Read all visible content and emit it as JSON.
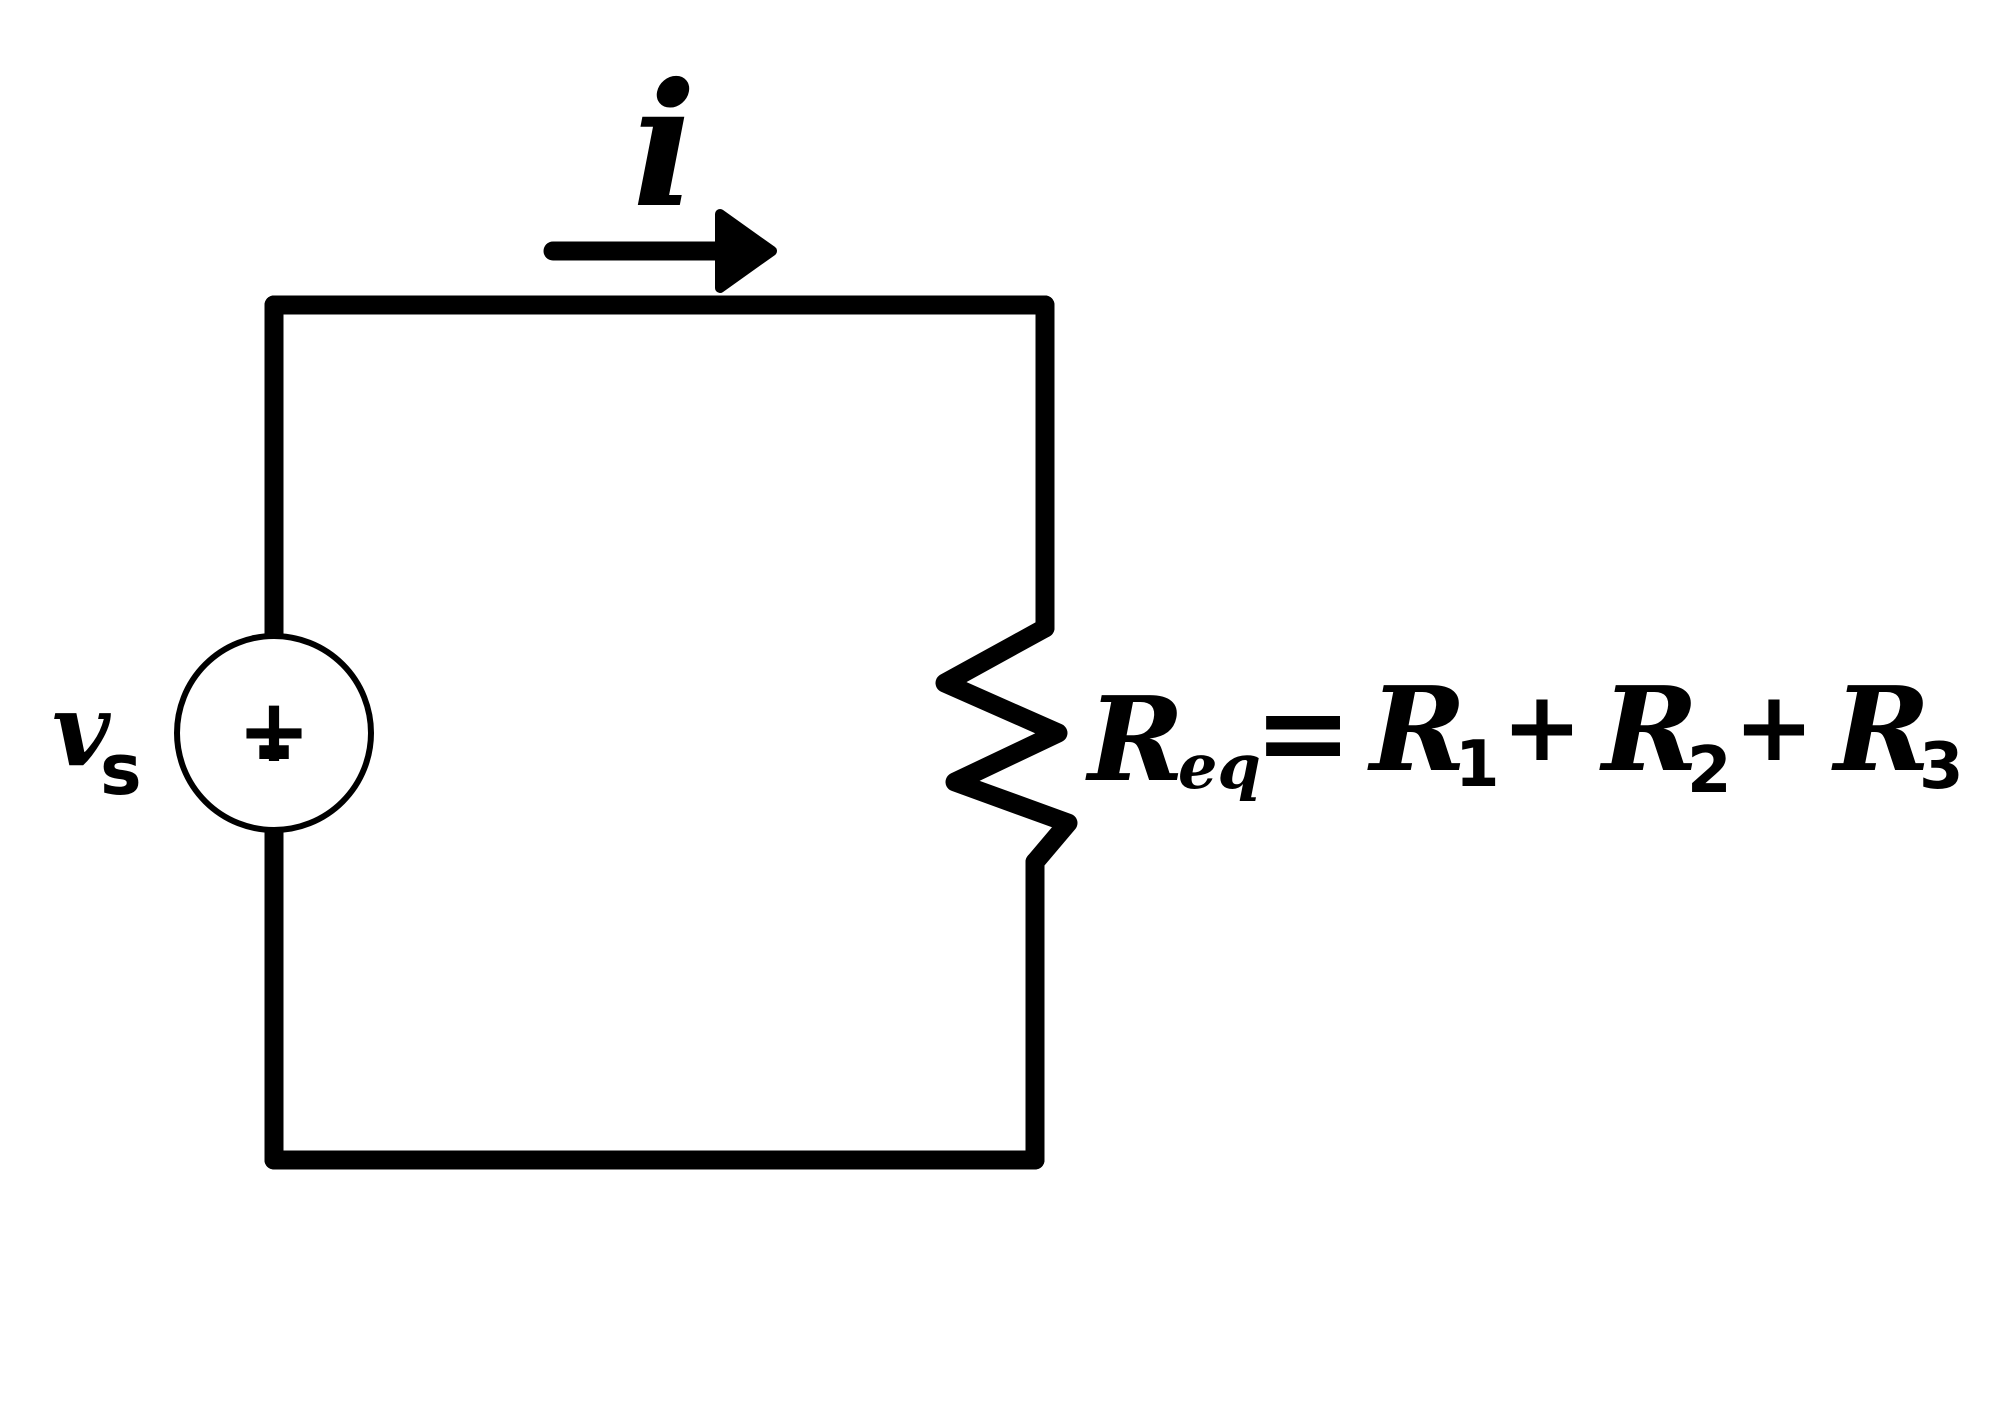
{
  "colors": {
    "stroke": "#000000",
    "background": "#ffffff"
  },
  "current": {
    "label": "i"
  },
  "source": {
    "symbol": "v",
    "subscript": "s",
    "plus": "+",
    "minus": "-"
  },
  "equation": {
    "lhs_symbol": "R",
    "lhs_subscript": "eq",
    "equals": "=",
    "plus": "+",
    "terms": [
      {
        "symbol": "R",
        "subscript": "1"
      },
      {
        "symbol": "R",
        "subscript": "2"
      },
      {
        "symbol": "R",
        "subscript": "3"
      }
    ]
  }
}
